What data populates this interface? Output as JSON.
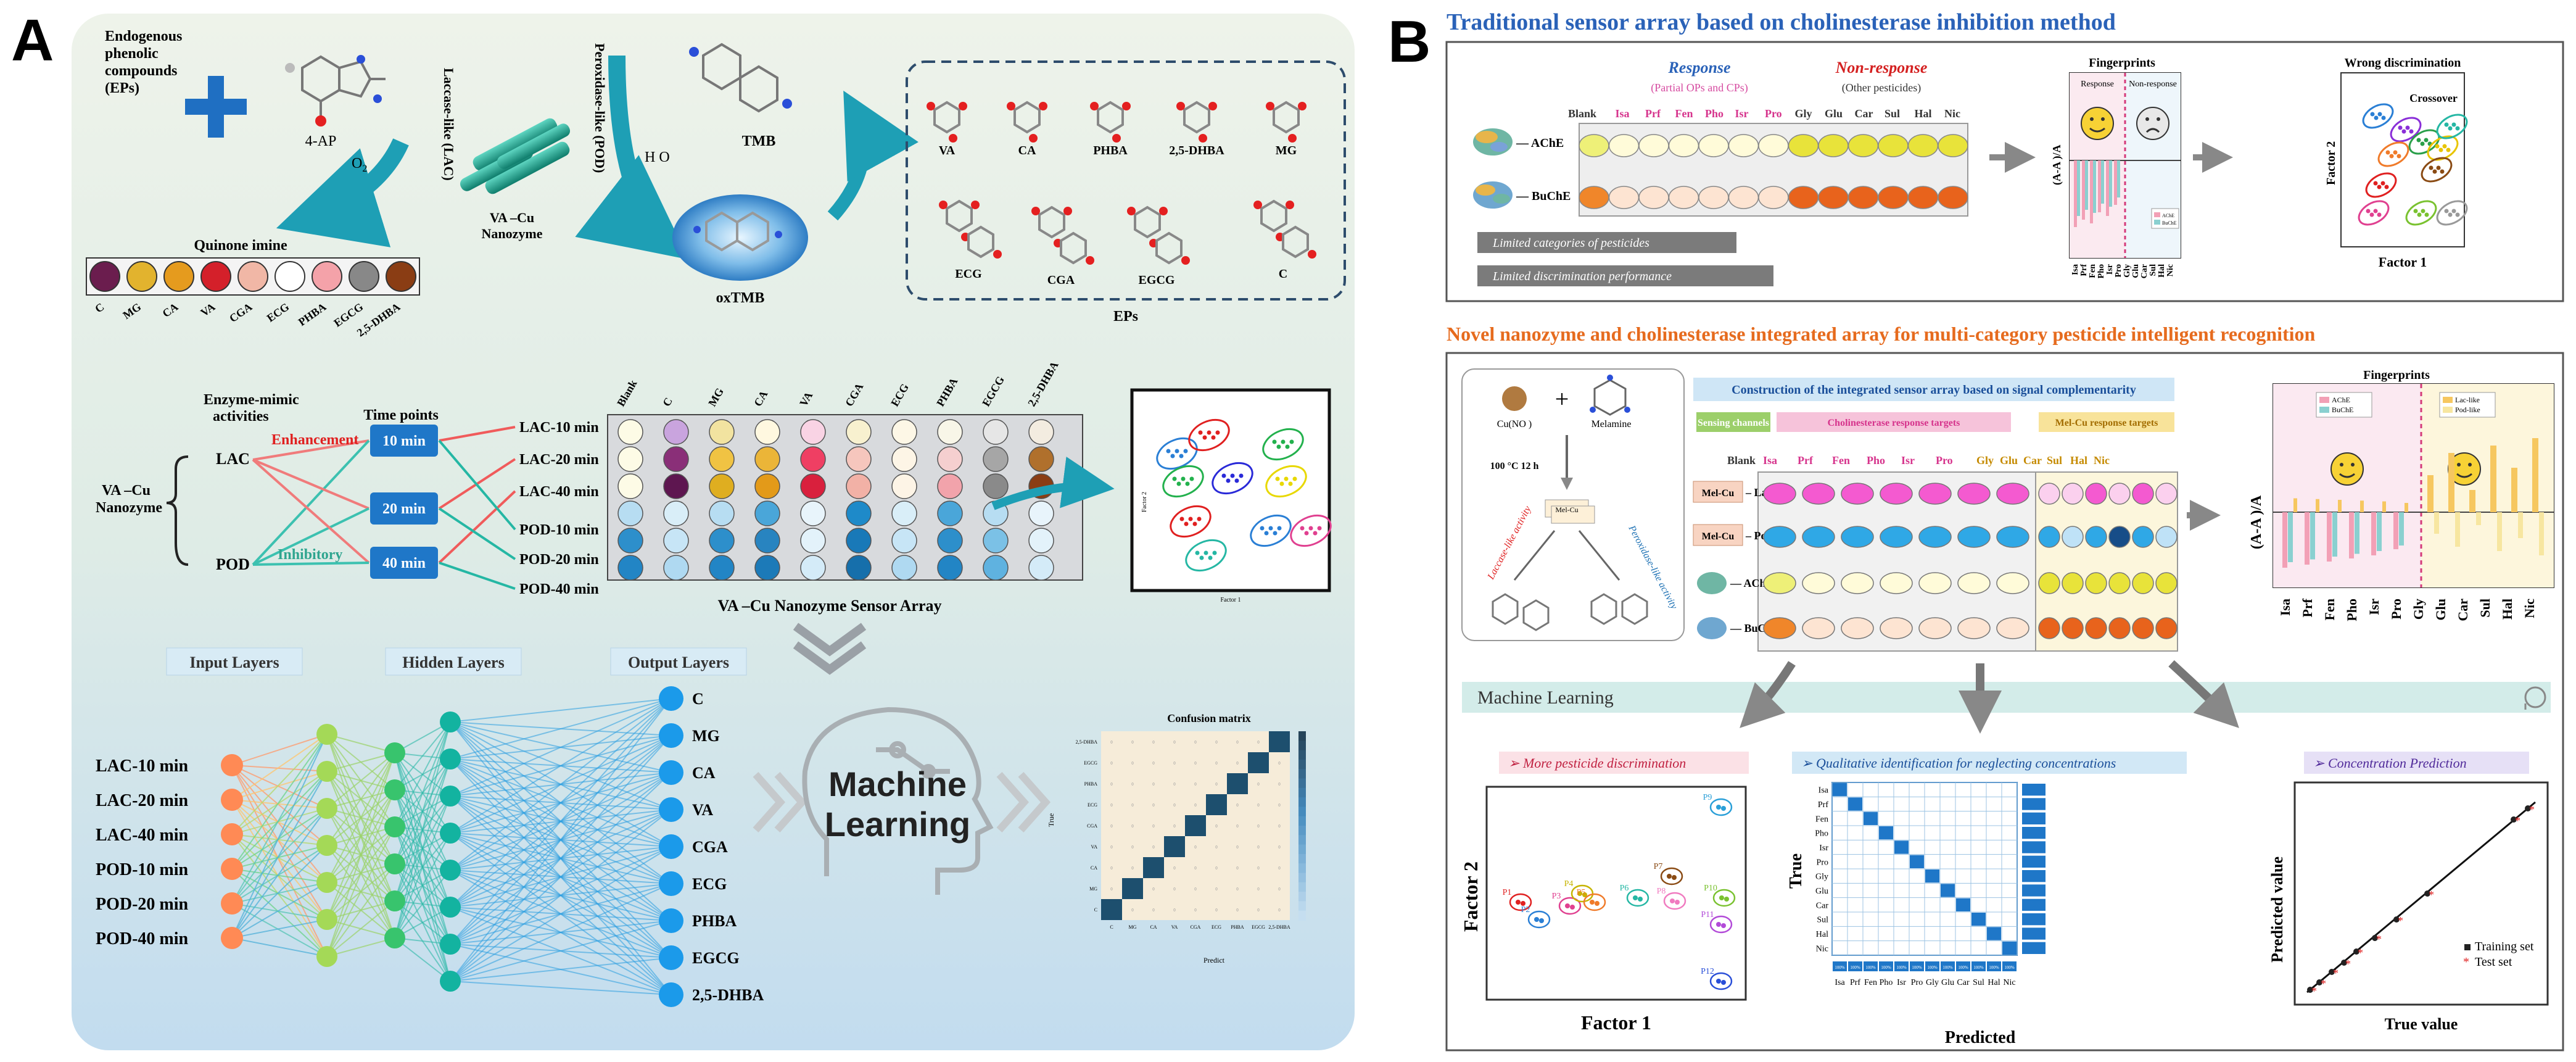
{
  "panel_a": {
    "letter": "A",
    "synthesis": {
      "eps_text": [
        "Endogenous",
        "phenolic",
        "compounds",
        "(EPs)"
      ],
      "reagent_4ap": "4-AP",
      "o2": "O",
      "o2_sub": "2",
      "lac_label": "Laccase-like (LAC)",
      "pod_label": "Peroxidase-like (POD)",
      "nanozyme_line1": "VA –Cu",
      "nanozyme_line2": "Nanozyme",
      "h2o2": "H O",
      "tmb": "TMB",
      "oxtmb": "oxTMB",
      "quinone": "Quinone imine",
      "eps_box_label": "EPs"
    },
    "quinone_colors": [
      "#6b1d4e",
      "#e2b32e",
      "#e59b1e",
      "#d4202a",
      "#f1b7a6",
      "#ffffff",
      "#f4a2a9",
      "#888888",
      "#8a3d14"
    ],
    "quinone_labels": [
      "C",
      "MG",
      "CA",
      "VA",
      "CGA",
      "ECG",
      "PHBA",
      "EGCG",
      "2,5-DHBA"
    ],
    "ep_structures": [
      "VA",
      "CA",
      "PHBA",
      "2,5-DHBA",
      "MG",
      "ECG",
      "CGA",
      "EGCG",
      "C"
    ],
    "array": {
      "activities_title1": "Enzyme-mimic",
      "activities_title2": "activities",
      "nanozyme1": "VA –Cu",
      "nanozyme2": "Nanozyme",
      "lac": "LAC",
      "pod": "POD",
      "time_points": "Time points",
      "enhancement": "Enhancement",
      "inhibitory": "Inhibitory",
      "times": [
        "10 min",
        "20 min",
        "40 min"
      ],
      "rows": [
        "LAC-10 min",
        "LAC-20 min",
        "LAC-40 min",
        "POD-10 min",
        "POD-20 min",
        "POD-40 min"
      ],
      "cols": [
        "Blank",
        "C",
        "MG",
        "CA",
        "VA",
        "CGA",
        "ECG",
        "PHBA",
        "EGCG",
        "2,5-DHBA"
      ],
      "title": "VA –Cu Nanozyme Sensor Array",
      "factor2": "Factor 2",
      "factor1": "Factor 1"
    },
    "nn": {
      "input_title": "Input Layers",
      "hidden_title": "Hidden Layers",
      "output_title": "Output Layers",
      "inputs": [
        "LAC-10 min",
        "LAC-20 min",
        "LAC-40 min",
        "POD-10 min",
        "POD-20 min",
        "POD-40 min"
      ],
      "outputs": [
        "C",
        "MG",
        "CA",
        "VA",
        "CGA",
        "ECG",
        "PHBA",
        "EGCG",
        "2,5-DHBA"
      ],
      "ml_line1": "Machine",
      "ml_line2": "Learning",
      "confusion_title": "Confusion matrix",
      "cm_ylabel": "True",
      "cm_xlabel": "Predict",
      "cm_labels": [
        "C",
        "MG",
        "CA",
        "VA",
        "CGA",
        "ECG",
        "PHBA",
        "EGCG",
        "2,5-DHBA"
      ]
    }
  },
  "panel_b": {
    "letter": "B",
    "traditional": {
      "title": "Traditional sensor array based on cholinesterase inhibition method",
      "response": "Response",
      "response_sub": "(Partial OPs and CPs)",
      "nonresponse": "Non-response",
      "nonresponse_sub": "(Other pesticides)",
      "cols": [
        "Blank",
        "Isa",
        "Prf",
        "Fen",
        "Pho",
        "Isr",
        "Pro",
        "Gly",
        "Glu",
        "Car",
        "Sul",
        "Hal",
        "Nic"
      ],
      "ache": "AChE",
      "buche": "BuChE",
      "limit1": "Limited categories of pesticides",
      "limit2": "Limited discrimination performance",
      "fingerprints": "Fingerprints",
      "fp_response": "Response",
      "fp_nonresponse": "Non-response",
      "fp_ylabel": "(A-A )/A",
      "fp_legend": [
        "AChE",
        "BuChE"
      ],
      "fp_x": [
        "Isa",
        "Prf",
        "Fen",
        "Pho",
        "Isr",
        "Pro",
        "Gly",
        "Glu",
        "Car",
        "Sul",
        "Hal",
        "Nic"
      ],
      "wrong": "Wrong discrimination",
      "crossover": "Crossover",
      "factor2": "Factor 2",
      "factor1": "Factor 1"
    },
    "novel": {
      "title": "Novel nanozyme and cholinesterase integrated array for multi-category pesticide intelligent recognition",
      "construction": "Construction of the integrated sensor array  based on signal complementarity",
      "sensing": "Sensing channels",
      "chol_targets": "Cholinesterase response targets",
      "melcu_targets": "Mel-Cu response targets",
      "cu": "Cu(NO )",
      "melamine": "Melamine",
      "cond": "100 °C 12 h",
      "lac_act": "Laccase-like activity",
      "pod_act": "Peroxidase-like activity",
      "melcu": "Mel-Cu",
      "rows": [
        "Mel-Cu – Lac-like",
        "Mel-Cu – Pod-like",
        "AChE",
        "BuChE"
      ],
      "cols": [
        "Blank",
        "Isa",
        "Prf",
        "Fen",
        "Pho",
        "Isr",
        "Pro",
        "Gly",
        "Glu",
        "Car",
        "Sul",
        "Hal",
        "Nic"
      ],
      "fingerprints": "Fingerprints",
      "fp_ylabel": "(A-A )/A",
      "fp_legend": [
        "AChE",
        "BuChE",
        "Lac-like",
        "Pod-like"
      ],
      "fp_x": [
        "Isa",
        "Prf",
        "Fen",
        "Pho",
        "Isr",
        "Pro",
        "Gly",
        "Glu",
        "Car",
        "Sul",
        "Hal",
        "Nic"
      ],
      "ml": "Machine Learning",
      "more": "More pesticide discrimination",
      "qual": "Qualitative identification  for neglecting concentrations",
      "conc": "Concentration Prediction",
      "factor2": "Factor 2",
      "factor1": "Factor 1",
      "true": "True",
      "predicted": "Predicted",
      "pred_value": "Predicted value",
      "true_value": "True value",
      "training": "Training set",
      "test": "Test set",
      "clusters": [
        "P1",
        "P2",
        "P3",
        "P4",
        "P5",
        "P6",
        "P7",
        "P8",
        "P9",
        "P10",
        "P11",
        "P12"
      ],
      "cm_labels": [
        "Isa",
        "Prf",
        "Fen",
        "Pho",
        "Isr",
        "Pro",
        "Gly",
        "Glu",
        "Car",
        "Sul",
        "Hal",
        "Nic"
      ],
      "cm_bottom": "100%"
    }
  },
  "colors": {
    "panel_a_bg_top": "#e9f1ea",
    "panel_a_bg_bottom": "#c8dff0",
    "blue_title": "#2a62b8",
    "orange_title": "#e66b1e",
    "teal_box": "#1a6fb3",
    "ml_band": "#d0ece9"
  }
}
